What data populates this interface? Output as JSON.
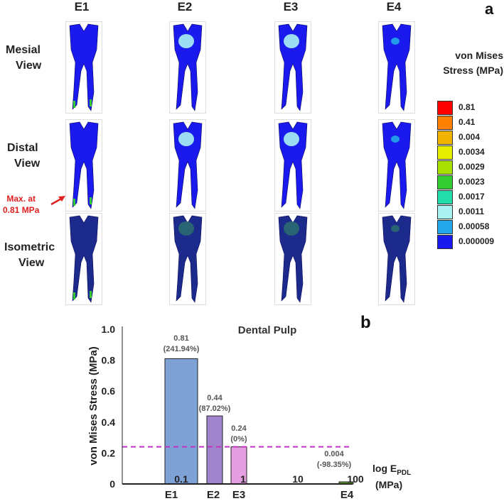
{
  "panel_a": {
    "letter": "a",
    "columns": [
      "E1",
      "E2",
      "E3",
      "E4"
    ],
    "rows": [
      {
        "line1": "Mesial",
        "line2": "View"
      },
      {
        "line1": "Distal",
        "line2": "View"
      },
      {
        "line1": "Isometric",
        "line2": "View"
      }
    ],
    "max_note": {
      "line1": "Max. at",
      "line2": "0.81 MPa"
    },
    "legend": {
      "title_line1": "von Mises",
      "title_line2": "Stress (MPa)",
      "levels": [
        {
          "value": "0.81",
          "color": "#ff0000"
        },
        {
          "value": "0.41",
          "color": "#ff8000"
        },
        {
          "value": "0.004",
          "color": "#f0b400"
        },
        {
          "value": "0.0034",
          "color": "#e6ee00"
        },
        {
          "value": "0.0029",
          "color": "#a8e000"
        },
        {
          "value": "0.0023",
          "color": "#33cc33"
        },
        {
          "value": "0.0017",
          "color": "#22ddaa"
        },
        {
          "value": "0.0011",
          "color": "#aaf2f2"
        },
        {
          "value": "0.00058",
          "color": "#22a8e8"
        },
        {
          "value": "0.000009",
          "color": "#1a1aee"
        }
      ]
    }
  },
  "panel_b": {
    "letter": "b"
  },
  "chart_data": {
    "type": "bar",
    "title": "Dental Pulp",
    "ylabel": "von Mises Stress (MPa)",
    "xlabel": "log E_PDL (MPa)",
    "xlabel_main": "log E",
    "xlabel_sub": "PDL",
    "xlabel_unit": "(MPa)",
    "ylim": [
      0,
      1.0
    ],
    "yticks": [
      "0",
      "0.2",
      "0.4",
      "0.6",
      "0.8",
      "1.0"
    ],
    "x_ticks": [
      "0.1",
      "1",
      "10",
      "100"
    ],
    "categories": [
      "E1",
      "E2",
      "E3",
      "E4"
    ],
    "values": [
      0.81,
      0.44,
      0.24,
      0.004
    ],
    "value_labels": [
      "0.81",
      "0.44",
      "0.24",
      "0.004"
    ],
    "percent_labels": [
      "(241.94%)",
      "(87.02%)",
      "(0%)",
      "(-98.35%)"
    ],
    "reference_line": 0.24,
    "colors": {
      "E1": "#7ea2d6",
      "E2": "#a084cc",
      "E3": "#e59ee0",
      "E4": "#5e9b2e",
      "reference_line": "#c033c0"
    }
  }
}
